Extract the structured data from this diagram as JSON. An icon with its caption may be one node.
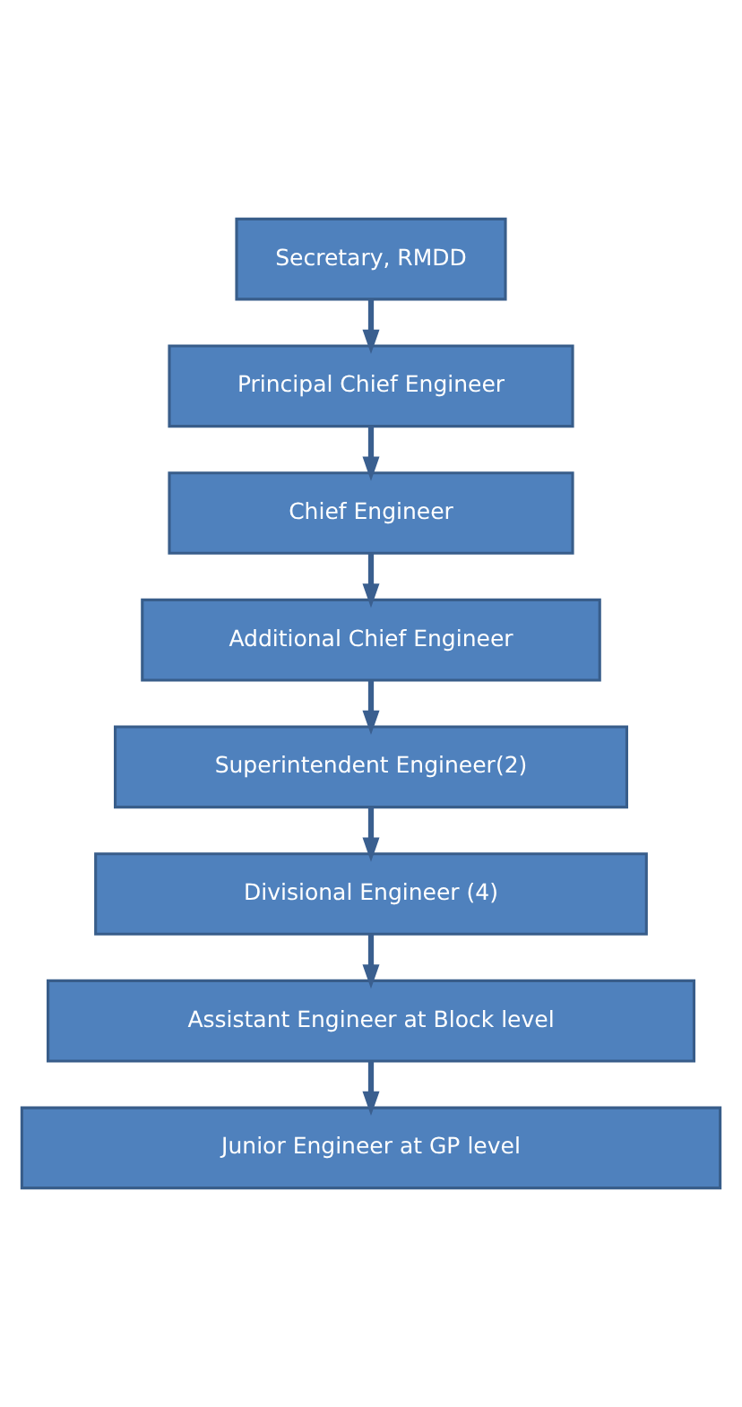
{
  "diagram": {
    "nodes": [
      {
        "text": [
          "Secretary, RMDD"
        ]
      },
      {
        "text": [
          "Principal Chief Engineer"
        ]
      },
      {
        "text": [
          "Chief Engineer"
        ]
      },
      {
        "text": [
          "Additional Chief Engineer"
        ]
      },
      {
        "text": [
          "Superintendent Engineer(2)"
        ]
      },
      {
        "text": [
          "Divisional Engineer (4)"
        ]
      },
      {
        "text": [
          "Assistant Engineer at Block level"
        ]
      },
      {
        "text": [
          "Junior Engineer at GP level"
        ]
      }
    ],
    "edges": [
      {
        "from": 0,
        "to": 1,
        "arrow": "to"
      },
      {
        "from": 1,
        "to": 2,
        "arrow": "to"
      },
      {
        "from": 2,
        "to": 3,
        "arrow": "to"
      },
      {
        "from": 3,
        "to": 4,
        "arrow": "to"
      },
      {
        "from": 4,
        "to": 5,
        "arrow": "to"
      },
      {
        "from": 5,
        "to": 6,
        "arrow": "to"
      },
      {
        "from": 6,
        "to": 7,
        "arrow": "to"
      }
    ]
  }
}
